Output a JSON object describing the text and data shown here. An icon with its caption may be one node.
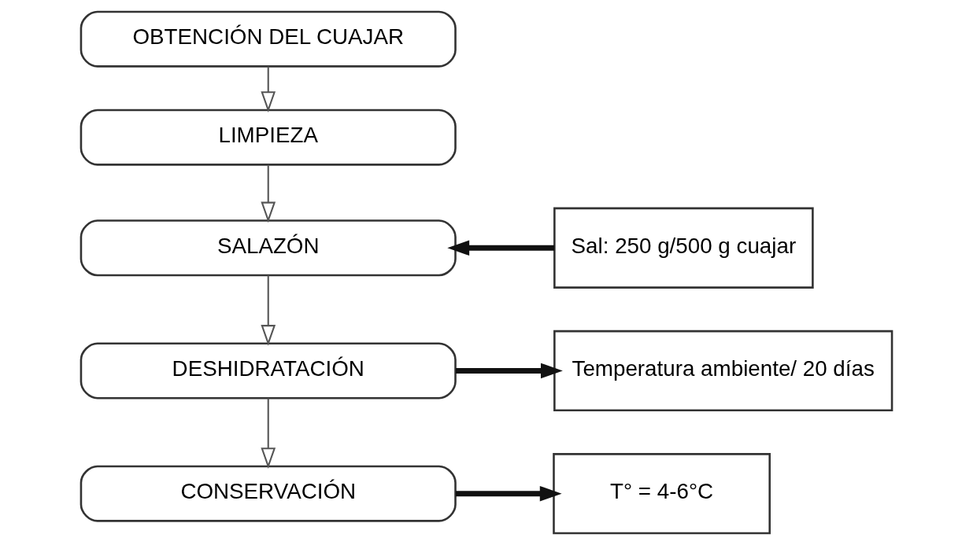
{
  "diagram": {
    "nodes": [
      {
        "text": [
          "OBTENCIÓN DEL CUAJAR"
        ]
      },
      {
        "text": [
          "LIMPIEZA"
        ]
      },
      {
        "text": [
          "Sal: 250 g/500 g cuajar"
        ]
      },
      {
        "text": [
          "SALAZÓN"
        ]
      },
      {
        "text": [
          "DESHIDRATACIÓN"
        ]
      },
      {
        "text": [
          "Temperatura ambiente/ 20 días"
        ]
      },
      {
        "text": [
          "CONSERVACIÓN"
        ]
      },
      {
        "text": [
          "T° = 4-6°C"
        ]
      }
    ],
    "edges": [
      {
        "from": 0,
        "to": 1,
        "arrow": "to"
      },
      {
        "from": 1,
        "to": 3,
        "arrow": "to"
      },
      {
        "from": 2,
        "to": 3,
        "arrow": "to",
        "style": "thick"
      },
      {
        "from": 3,
        "to": 4,
        "arrow": "to"
      },
      {
        "from": 4,
        "to": 5,
        "arrow": "to",
        "style": "thick"
      },
      {
        "from": 4,
        "to": 6,
        "arrow": "to"
      },
      {
        "from": 6,
        "to": 7,
        "arrow": "to",
        "style": "thick"
      }
    ]
  }
}
